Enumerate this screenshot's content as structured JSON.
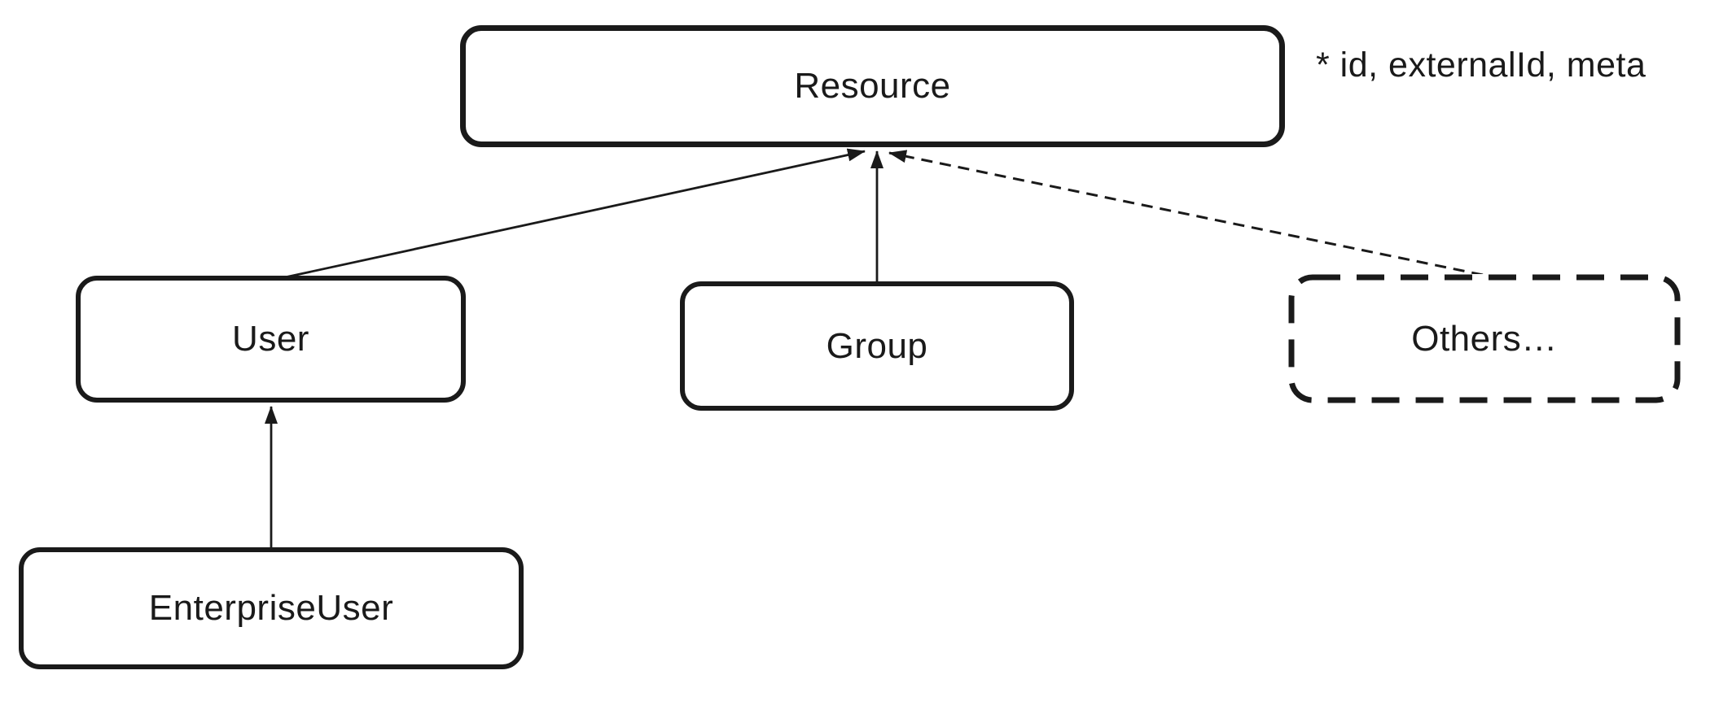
{
  "diagram": {
    "type": "class-hierarchy",
    "annotation": {
      "text": "* id, externalId, meta"
    },
    "nodes": [
      {
        "id": "resource",
        "label": "Resource",
        "border_style": "solid"
      },
      {
        "id": "user",
        "label": "User",
        "border_style": "solid"
      },
      {
        "id": "group",
        "label": "Group",
        "border_style": "solid"
      },
      {
        "id": "others",
        "label": "Others…",
        "border_style": "dashed"
      },
      {
        "id": "enterprise_user",
        "label": "EnterpriseUser",
        "border_style": "solid"
      }
    ],
    "edges": [
      {
        "from": "user",
        "to": "resource",
        "line": "solid",
        "arrowhead": "filled-triangle"
      },
      {
        "from": "group",
        "to": "resource",
        "line": "solid",
        "arrowhead": "filled-triangle"
      },
      {
        "from": "others",
        "to": "resource",
        "line": "dashed",
        "arrowhead": "filled-triangle"
      },
      {
        "from": "enterprise_user",
        "to": "user",
        "line": "solid",
        "arrowhead": "filled-triangle"
      }
    ],
    "colors": {
      "stroke": "#1a1a1a",
      "background": "#ffffff"
    }
  }
}
